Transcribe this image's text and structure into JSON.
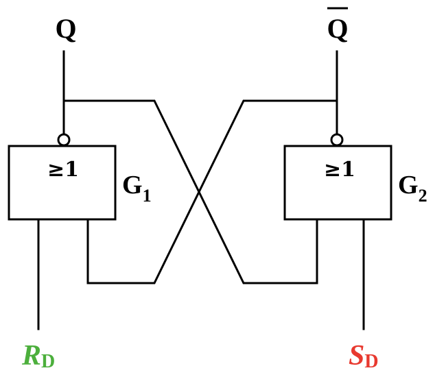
{
  "outputs": {
    "q_label": "Q",
    "q_bar_label": "Q"
  },
  "gates": [
    {
      "symbol": "≥1",
      "name_main": "G",
      "name_sub": "1"
    },
    {
      "symbol": "≥1",
      "name_main": "G",
      "name_sub": "2"
    }
  ],
  "inputs": {
    "reset": {
      "main": "R",
      "sub": "D",
      "color": "#4caf3c"
    },
    "set": {
      "main": "S",
      "sub": "D",
      "color": "#e8392f"
    }
  }
}
